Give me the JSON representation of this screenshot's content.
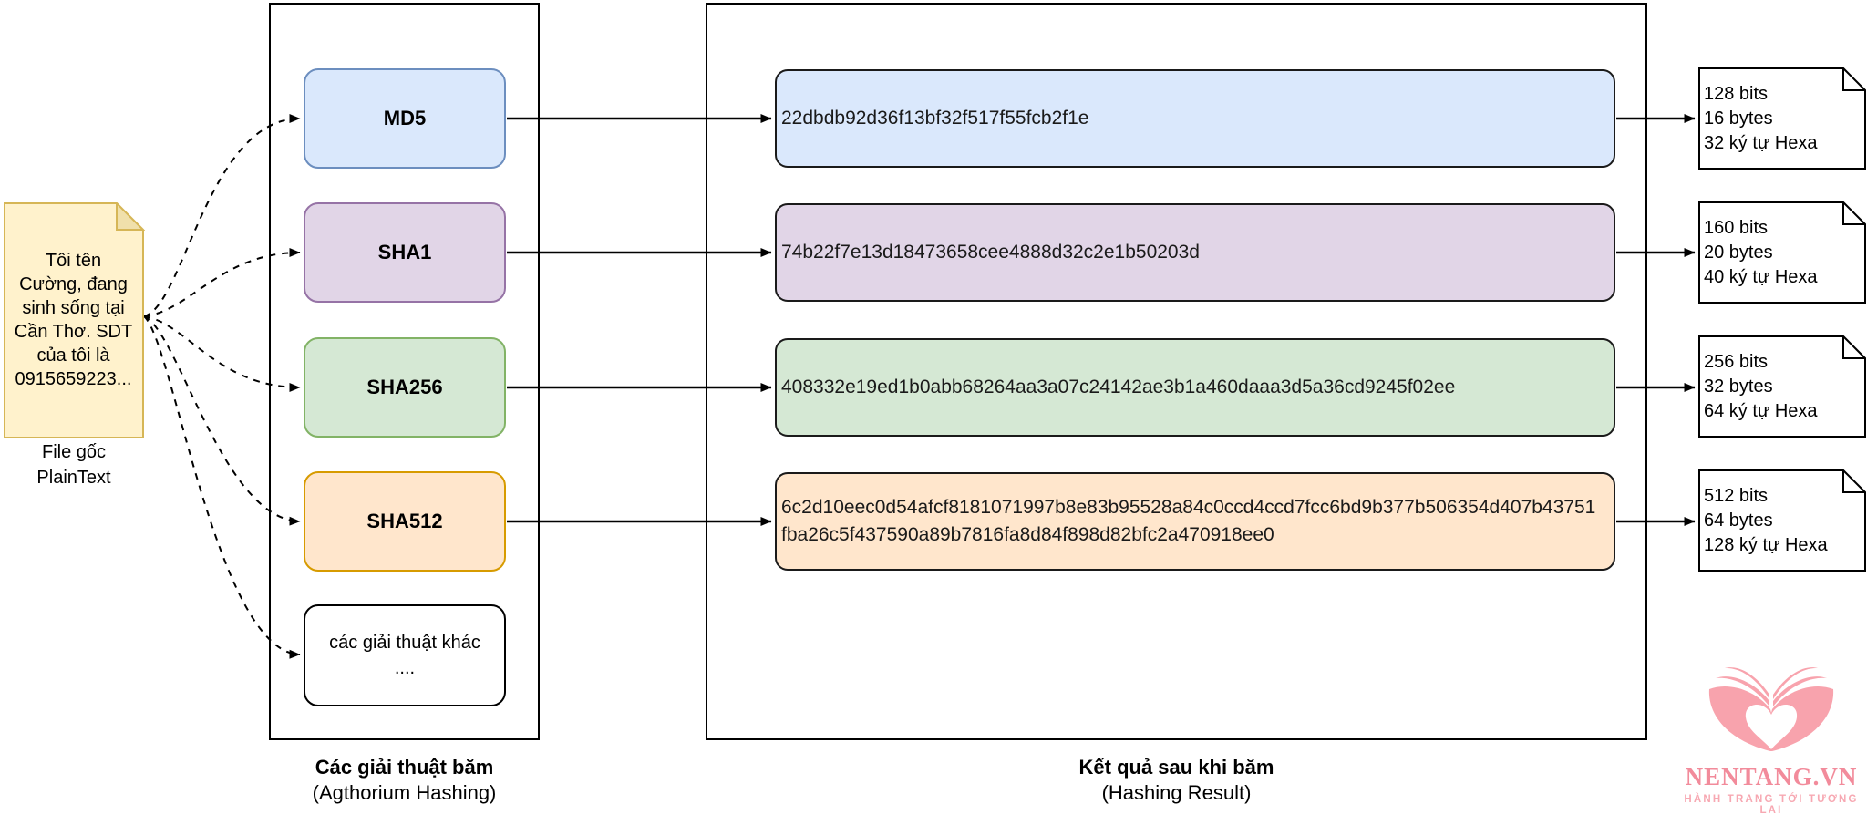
{
  "source": {
    "text_lines": [
      "Tôi tên",
      "Cường, đang",
      "sinh sống tại",
      "Cần Thơ. SDT",
      "của tôi là",
      "0915659223..."
    ],
    "caption_line1": "File gốc",
    "caption_line2": "PlainText",
    "fill": "#fff2cc",
    "stroke": "#d6b656"
  },
  "algorithms_panel": {
    "title": "Các giải thuật băm",
    "subtitle": "(Agthorium Hashing)",
    "other_box": {
      "line1": "các giải thuật khác",
      "line2": "...."
    }
  },
  "results_panel": {
    "title": "Kết quả sau khi băm",
    "subtitle": "(Hashing Result)"
  },
  "rows": [
    {
      "algorithm": "MD5",
      "hash": "22dbdb92d36f13bf32f517f55fcb2f1e",
      "bits": "128 bits",
      "bytes": "16 bytes",
      "hexa": "32 ký tự Hexa",
      "fill": "#dae8fc",
      "stroke": "#6c8ebf"
    },
    {
      "algorithm": "SHA1",
      "hash": "74b22f7e13d18473658cee4888d32c2e1b50203d",
      "bits": "160 bits",
      "bytes": "20 bytes",
      "hexa": "40 ký tự Hexa",
      "fill": "#e1d5e7",
      "stroke": "#9673a6"
    },
    {
      "algorithm": "SHA256",
      "hash": "408332e19ed1b0abb68264aa3a07c24142ae3b1a460daaa3d5a36cd9245f02ee",
      "bits": "256 bits",
      "bytes": "32 bytes",
      "hexa": "64 ký tự Hexa",
      "fill": "#d5e8d4",
      "stroke": "#82b366"
    },
    {
      "algorithm": "SHA512",
      "hash": "6c2d10eec0d54afcf8181071997b8e83b95528a84c0ccd4ccd7fcc6bd9b377b506354d407b43751fba26c5f437590a89b7816fa8d84f898d82bfc2a470918ee0",
      "bits": "512 bits",
      "bytes": "64 bytes",
      "hexa": "128 ký tự Hexa",
      "fill": "#ffe6cc",
      "stroke": "#d79b00"
    }
  ],
  "logo": {
    "title": "NENTANG.VN",
    "tagline": "HÀNH TRANG TỚI TƯƠNG LAI",
    "color": "#f8a3ad"
  }
}
